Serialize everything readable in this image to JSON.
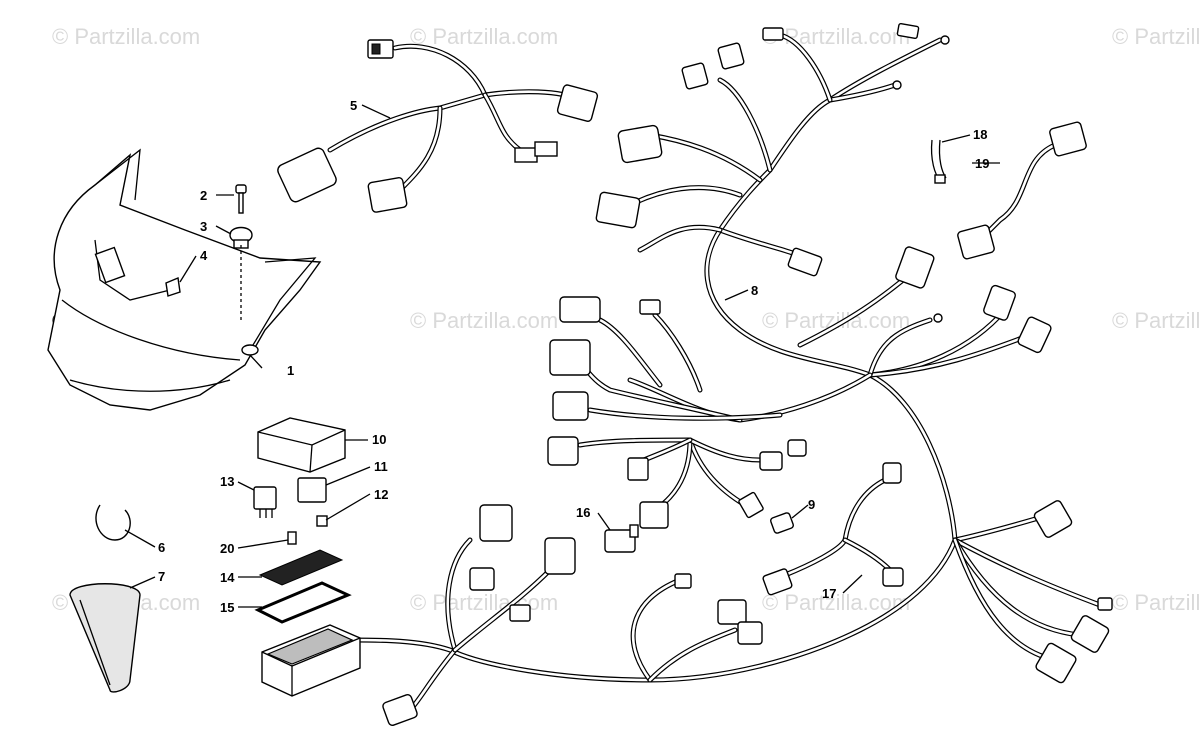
{
  "watermark": {
    "text": "© Partzilla.com",
    "text_small": "© Partzilla.com"
  },
  "callouts": {
    "c1": "1",
    "c2": "2",
    "c3": "3",
    "c4": "4",
    "c5": "5",
    "c6": "6",
    "c7": "7",
    "c8": "8",
    "c9": "9",
    "c10": "10",
    "c11": "11",
    "c12": "12",
    "c13": "13",
    "c14": "14",
    "c15": "15",
    "c16": "16",
    "c17": "17",
    "c18": "18",
    "c19": "19",
    "c20": "20"
  }
}
